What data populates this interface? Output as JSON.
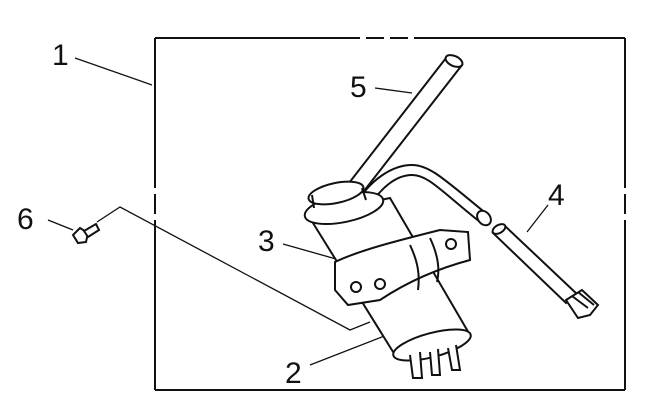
{
  "callouts": [
    {
      "id": "1",
      "label": "1"
    },
    {
      "id": "2",
      "label": "2"
    },
    {
      "id": "3",
      "label": "3"
    },
    {
      "id": "4",
      "label": "4"
    },
    {
      "id": "5",
      "label": "5"
    },
    {
      "id": "6",
      "label": "6"
    }
  ],
  "colors": {
    "ink": "#111111",
    "hatch": "#333333",
    "background": "#ffffff"
  }
}
